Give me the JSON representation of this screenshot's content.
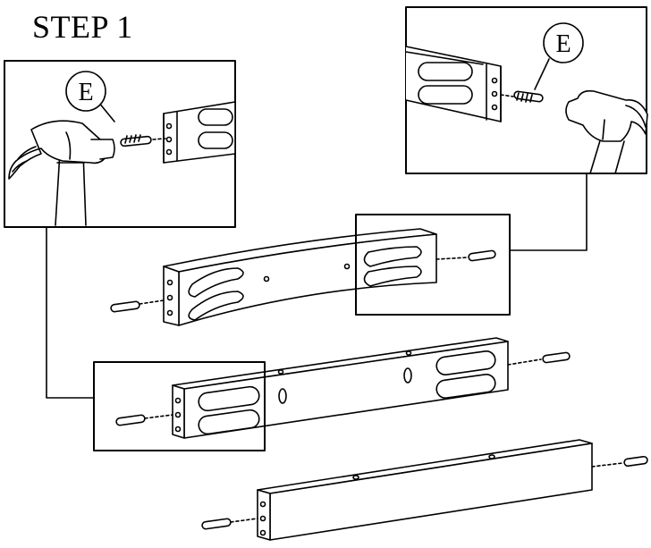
{
  "step": {
    "title": "STEP 1"
  },
  "callouts": {
    "left_part_label": "E",
    "right_part_label": "E"
  },
  "colors": {
    "line": "#000000",
    "background": "#ffffff"
  },
  "icons": [
    "hammer-icon",
    "dowel-pin-icon"
  ]
}
